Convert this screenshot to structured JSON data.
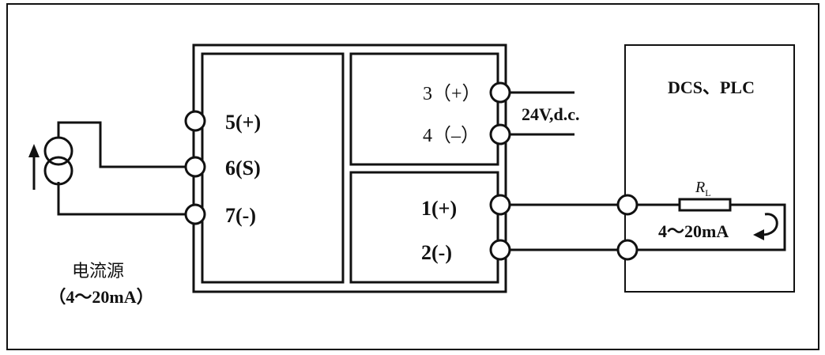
{
  "source": {
    "name": "电流源",
    "range": "（4～20mA）"
  },
  "module": {
    "input_terminals": [
      {
        "label": "5(+)"
      },
      {
        "label": "6(S)"
      },
      {
        "label": "7(-)"
      }
    ],
    "power_terminals": [
      {
        "label": "3（+）"
      },
      {
        "label": "4（–）"
      }
    ],
    "output_terminals": [
      {
        "label": "1(+)"
      },
      {
        "label": "2(-)"
      }
    ],
    "power_label": "24V,d.c."
  },
  "receiver": {
    "title": "DCS、PLC",
    "resistor_label": "R",
    "resistor_subscript": "L",
    "current_label": "4～20mA"
  }
}
